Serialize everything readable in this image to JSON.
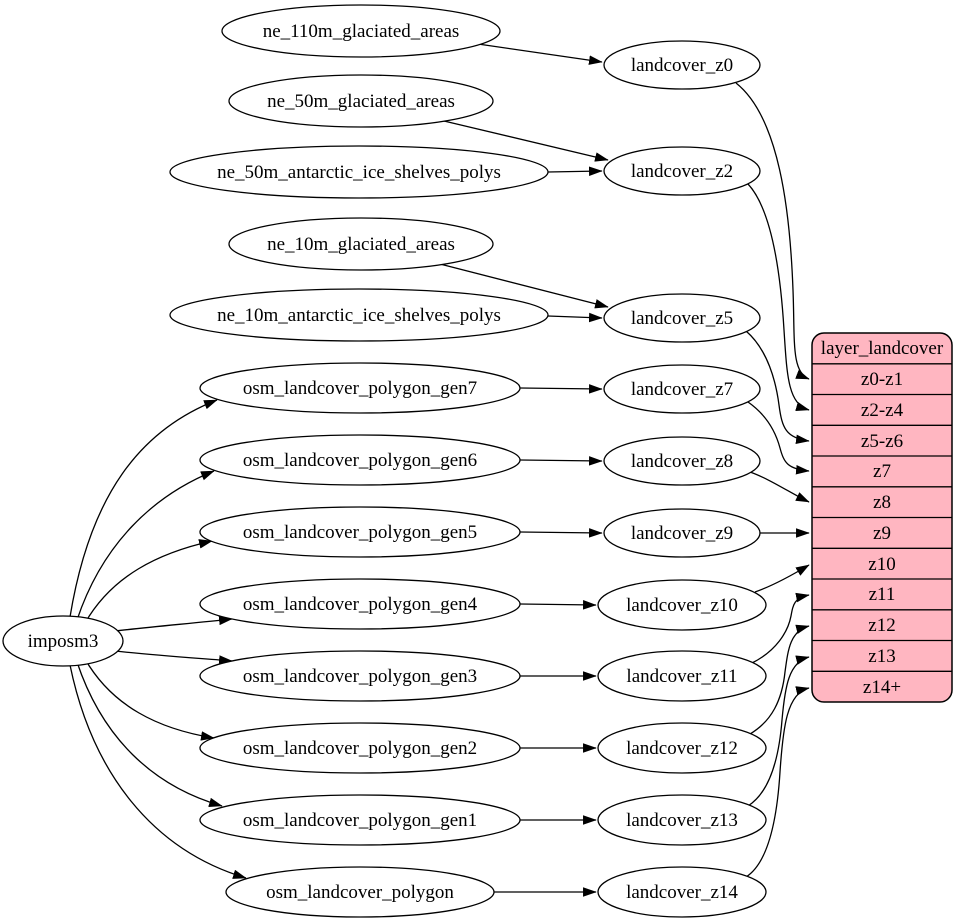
{
  "diagram": {
    "background": "#ffffff",
    "edge_color": "#000000",
    "node_fill": "#ffffff",
    "node_stroke": "#000000",
    "nodes": {
      "imposm3": {
        "label": "imposm3"
      },
      "ne110m": {
        "label": "ne_110m_glaciated_areas"
      },
      "ne50m": {
        "label": "ne_50m_glaciated_areas"
      },
      "ne50m_ant": {
        "label": "ne_50m_antarctic_ice_shelves_polys"
      },
      "ne10m": {
        "label": "ne_10m_glaciated_areas"
      },
      "ne10m_ant": {
        "label": "ne_10m_antarctic_ice_shelves_polys"
      },
      "gen7": {
        "label": "osm_landcover_polygon_gen7"
      },
      "gen6": {
        "label": "osm_landcover_polygon_gen6"
      },
      "gen5": {
        "label": "osm_landcover_polygon_gen5"
      },
      "gen4": {
        "label": "osm_landcover_polygon_gen4"
      },
      "gen3": {
        "label": "osm_landcover_polygon_gen3"
      },
      "gen2": {
        "label": "osm_landcover_polygon_gen2"
      },
      "gen1": {
        "label": "osm_landcover_polygon_gen1"
      },
      "polygon": {
        "label": "osm_landcover_polygon"
      },
      "z0": {
        "label": "landcover_z0"
      },
      "z2": {
        "label": "landcover_z2"
      },
      "z5": {
        "label": "landcover_z5"
      },
      "z7": {
        "label": "landcover_z7"
      },
      "z8": {
        "label": "landcover_z8"
      },
      "z9": {
        "label": "landcover_z9"
      },
      "z10": {
        "label": "landcover_z10"
      },
      "z11": {
        "label": "landcover_z11"
      },
      "z12": {
        "label": "landcover_z12"
      },
      "z13": {
        "label": "landcover_z13"
      },
      "z14": {
        "label": "landcover_z14"
      }
    },
    "table": {
      "title": "layer_landcover",
      "fill": "#ffb6c1",
      "stroke": "#000000",
      "rows": [
        "z0-z1",
        "z2-z4",
        "z5-z6",
        "z7",
        "z8",
        "z9",
        "z10",
        "z11",
        "z12",
        "z13",
        "z14+"
      ]
    },
    "edges": [
      {
        "from": "ne_110m_glaciated_areas",
        "to": "landcover_z0"
      },
      {
        "from": "ne_50m_glaciated_areas",
        "to": "landcover_z2"
      },
      {
        "from": "ne_50m_antarctic_ice_shelves_polys",
        "to": "landcover_z2"
      },
      {
        "from": "ne_10m_glaciated_areas",
        "to": "landcover_z5"
      },
      {
        "from": "ne_10m_antarctic_ice_shelves_polys",
        "to": "landcover_z5"
      },
      {
        "from": "imposm3",
        "to": "osm_landcover_polygon_gen7"
      },
      {
        "from": "imposm3",
        "to": "osm_landcover_polygon_gen6"
      },
      {
        "from": "imposm3",
        "to": "osm_landcover_polygon_gen5"
      },
      {
        "from": "imposm3",
        "to": "osm_landcover_polygon_gen4"
      },
      {
        "from": "imposm3",
        "to": "osm_landcover_polygon_gen3"
      },
      {
        "from": "imposm3",
        "to": "osm_landcover_polygon_gen2"
      },
      {
        "from": "imposm3",
        "to": "osm_landcover_polygon_gen1"
      },
      {
        "from": "imposm3",
        "to": "osm_landcover_polygon"
      },
      {
        "from": "osm_landcover_polygon_gen7",
        "to": "landcover_z7"
      },
      {
        "from": "osm_landcover_polygon_gen6",
        "to": "landcover_z8"
      },
      {
        "from": "osm_landcover_polygon_gen5",
        "to": "landcover_z9"
      },
      {
        "from": "osm_landcover_polygon_gen4",
        "to": "landcover_z10"
      },
      {
        "from": "osm_landcover_polygon_gen3",
        "to": "landcover_z11"
      },
      {
        "from": "osm_landcover_polygon_gen2",
        "to": "landcover_z12"
      },
      {
        "from": "osm_landcover_polygon_gen1",
        "to": "landcover_z13"
      },
      {
        "from": "osm_landcover_polygon",
        "to": "landcover_z14"
      },
      {
        "from": "landcover_z0",
        "to": "layer_landcover:z0-z1"
      },
      {
        "from": "landcover_z2",
        "to": "layer_landcover:z2-z4"
      },
      {
        "from": "landcover_z5",
        "to": "layer_landcover:z5-z6"
      },
      {
        "from": "landcover_z7",
        "to": "layer_landcover:z7"
      },
      {
        "from": "landcover_z8",
        "to": "layer_landcover:z8"
      },
      {
        "from": "landcover_z9",
        "to": "layer_landcover:z9"
      },
      {
        "from": "landcover_z10",
        "to": "layer_landcover:z10"
      },
      {
        "from": "landcover_z11",
        "to": "layer_landcover:z11"
      },
      {
        "from": "landcover_z12",
        "to": "layer_landcover:z12"
      },
      {
        "from": "landcover_z13",
        "to": "layer_landcover:z13"
      },
      {
        "from": "landcover_z14",
        "to": "layer_landcover:z14+"
      }
    ]
  }
}
